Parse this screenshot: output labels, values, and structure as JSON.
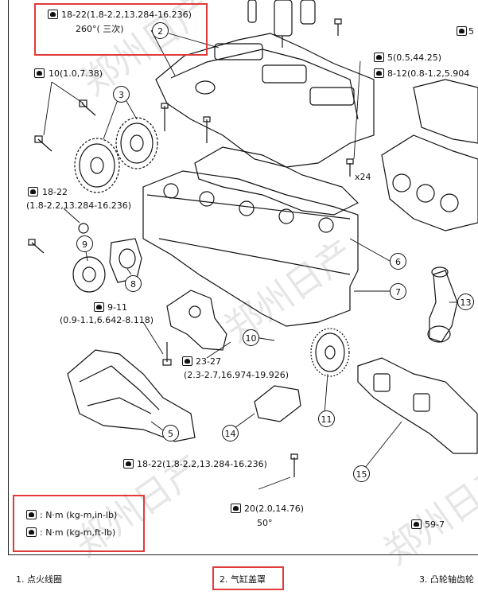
{
  "callouts": [
    "2",
    "3",
    "5",
    "6",
    "7",
    "8",
    "9",
    "10",
    "11",
    "13",
    "14",
    "15"
  ],
  "torque_specs": {
    "top_box": "18-22(1.8-2.2,13.284-16.236)",
    "top_box_angle": "260°( 三次)",
    "t10": "10(1.0,7.38)",
    "t5": "5(0.5,44.25)",
    "t8_12": "8-12(0.8-1.2,5.904",
    "left_18_22": "18-22",
    "left_18_22_values": "(1.8-2.2,13.284-16.236)",
    "t9_11": "9-11",
    "t9_11_values": "(0.9-1.1,6.642-8.118)",
    "t23_27": "23-27",
    "t23_27_values": "(2.3-2.7,16.974-19.926)",
    "bottom_18_22": "18-22(1.8-2.2,13.284-16.236)",
    "t20": "20(2.0,14.76)",
    "t20_angle": "50°",
    "t59": "59-7",
    "x24": "x24",
    "top_right": "5"
  },
  "legend": {
    "line1": ": N·m (kg-m,in-lb)",
    "line2": ": N·m (kg-m,ft-lb)"
  },
  "footer": {
    "item1": "1. 点火线圈",
    "item2": "2. 气缸盖罩",
    "item3": "3. 凸轮轴齿轮"
  },
  "watermarks": [
    "郑州日产",
    "郑州日产",
    "郑州日产",
    "郑州日产"
  ],
  "colors": {
    "highlight": "#e03a3a",
    "ink": "#111111"
  }
}
